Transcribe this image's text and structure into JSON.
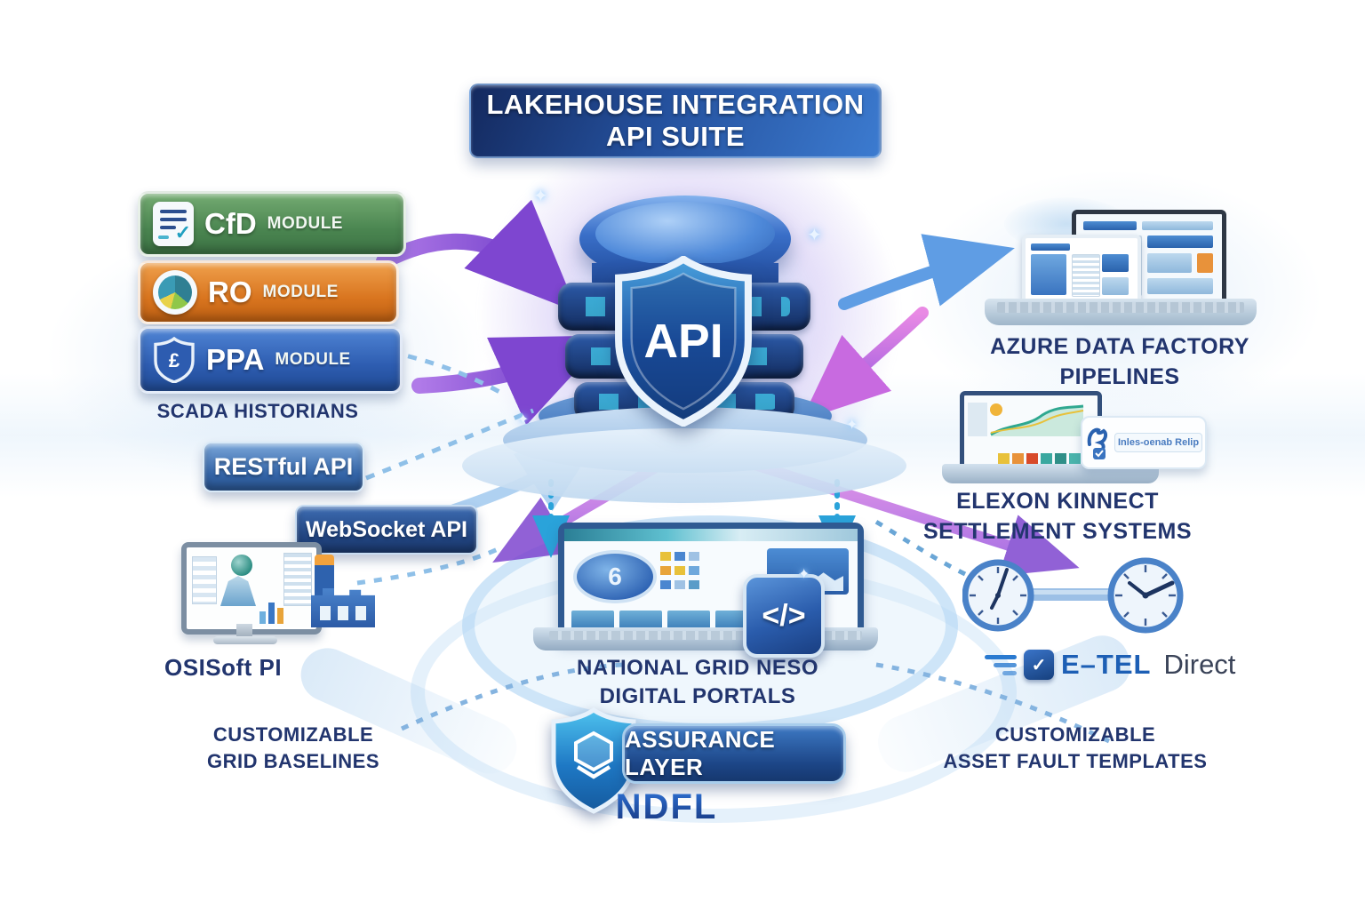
{
  "title": {
    "line1": "LAKEHOUSE INTEGRATION",
    "line2": "API SUITE"
  },
  "hub": {
    "shield_label": "API"
  },
  "modules": [
    {
      "name": "CfD Module",
      "label_main": "CfD",
      "label_sub": "MODULE",
      "color": "#4a8550",
      "icon": "document-check-icon"
    },
    {
      "name": "RO Module",
      "label_main": "RO",
      "label_sub": "MODULE",
      "color": "#d9751f",
      "icon": "pie-chart-icon"
    },
    {
      "name": "PPA Module",
      "label_main": "PPA",
      "label_sub": "MODULE",
      "color": "#2d5cb0",
      "icon": "shield-pound-icon",
      "icon_glyph": "£"
    }
  ],
  "left": {
    "scada_label": "SCADA HISTORIANS",
    "restful_label": "RESTful API",
    "websocket_label": "WebSocket API",
    "osisoft_label": "OSISoft PI",
    "customizable_line1": "CUSTOMIZABLE",
    "customizable_line2": "GRID BASELINES"
  },
  "bottom": {
    "portal_line1": "NATIONAL GRID NESO",
    "portal_line2": "DIGITAL PORTALS",
    "code_glyph": "</>",
    "assurance_label": "ASSURANCE LAYER",
    "ndfl_label": "NDFL",
    "ng_logo_glyph": "6"
  },
  "right": {
    "azure_line1": "AZURE DATA FACTORY",
    "azure_line2": "PIPELINES",
    "elexon_line1": "ELEXON KINNECT",
    "elexon_line2": "SETTLEMENT SYSTEMS",
    "badge_caption": "Inles-oenab Relip",
    "etel_prefix": "E–TEL",
    "etel_suffix": "Direct",
    "customizable_line1": "CUSTOMIZABLE",
    "customizable_line2": "ASSET FAULT TEMPLATES"
  },
  "decor": {
    "sparkle_glyph": "✦",
    "check_glyph": "✓"
  },
  "colors": {
    "navy_text": "#22356e",
    "title_blue": "#24509c",
    "module_green": "#4a8550",
    "module_orange": "#d9751f",
    "module_blue": "#2d5cb0",
    "hub_blue": "#2c5aa8",
    "hub_cyan_glow": "#46d7f5",
    "arrow_purple": "#7e46d0",
    "arrow_pink": "#d86ae0",
    "arrow_blue": "#5f9de4",
    "dashed_cyan": "#2aa3da",
    "etel_blue": "#1d5fb5",
    "ndfl_gradient_top": "#2f74d8",
    "ndfl_gradient_bottom": "#16337a"
  }
}
